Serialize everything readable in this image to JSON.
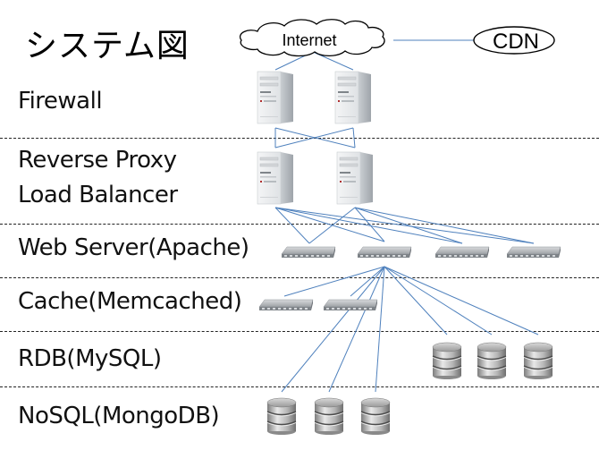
{
  "title": "システム図",
  "colors": {
    "link": "#4f81bd",
    "divider": "#222222",
    "text": "#000000"
  },
  "external": {
    "internet": {
      "label": "Internet",
      "shape": "cloud"
    },
    "cdn": {
      "label": "CDN",
      "shape": "ellipse"
    }
  },
  "layers": [
    {
      "id": "firewall",
      "label_lines": [
        "Firewall"
      ],
      "node_icon": "tower-server-icon",
      "count": 2
    },
    {
      "id": "proxy",
      "label_lines": [
        "Reverse Proxy",
        "Load Balancer"
      ],
      "node_icon": "tower-server-icon",
      "count": 2
    },
    {
      "id": "web",
      "label_lines": [
        "Web Server(Apache)"
      ],
      "node_icon": "rack-server-icon",
      "count": 4
    },
    {
      "id": "cache",
      "label_lines": [
        "Cache(Memcached)"
      ],
      "node_icon": "rack-server-icon",
      "count": 2
    },
    {
      "id": "rdb",
      "label_lines": [
        "RDB(MySQL)"
      ],
      "node_icon": "database-icon",
      "count": 3
    },
    {
      "id": "nosql",
      "label_lines": [
        "NoSQL(MongoDB)"
      ],
      "node_icon": "database-icon",
      "count": 3
    }
  ],
  "connections": [
    {
      "from": "internet",
      "to": "cdn"
    },
    {
      "from": "internet",
      "to": "firewall-1"
    },
    {
      "from": "internet",
      "to": "firewall-2"
    },
    {
      "from": "firewall-1",
      "to": "proxy-1"
    },
    {
      "from": "firewall-1",
      "to": "proxy-2"
    },
    {
      "from": "firewall-2",
      "to": "proxy-1"
    },
    {
      "from": "firewall-2",
      "to": "proxy-2"
    },
    {
      "from": "proxy-1",
      "to": "web-1"
    },
    {
      "from": "proxy-1",
      "to": "web-2"
    },
    {
      "from": "proxy-1",
      "to": "web-3"
    },
    {
      "from": "proxy-1",
      "to": "web-4"
    },
    {
      "from": "proxy-2",
      "to": "web-1"
    },
    {
      "from": "proxy-2",
      "to": "web-2"
    },
    {
      "from": "proxy-2",
      "to": "web-3"
    },
    {
      "from": "proxy-2",
      "to": "web-4"
    },
    {
      "from": "web-2",
      "to": "cache-1"
    },
    {
      "from": "web-2",
      "to": "cache-2"
    },
    {
      "from": "web-2",
      "to": "rdb-1"
    },
    {
      "from": "web-2",
      "to": "rdb-2"
    },
    {
      "from": "web-2",
      "to": "rdb-3"
    },
    {
      "from": "web-2",
      "to": "nosql-1"
    },
    {
      "from": "web-2",
      "to": "nosql-2"
    },
    {
      "from": "web-2",
      "to": "nosql-3"
    }
  ]
}
